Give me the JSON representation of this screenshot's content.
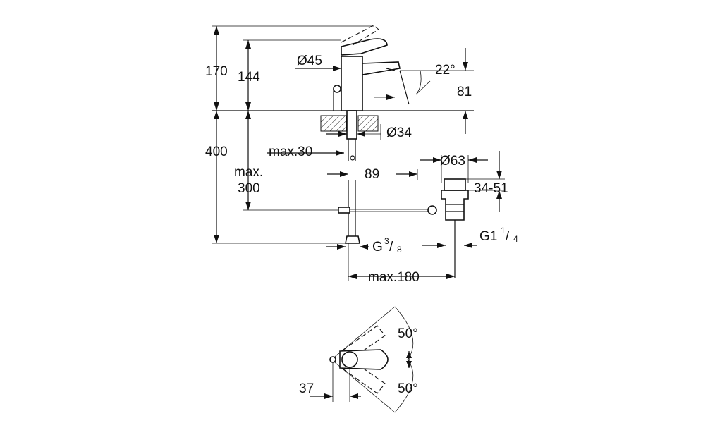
{
  "labels": {
    "h170": "170",
    "h144": "144",
    "d45": "Ø45",
    "ang22": "22°",
    "r81": "81",
    "d34": "Ø34",
    "h400": "400",
    "max30": "max.30",
    "max": "max.",
    "v300": "300",
    "v89": "89",
    "d63": "Ø63",
    "r3451": "34-51",
    "g_main": "G",
    "g_num": "3",
    "g_den": "8",
    "g1_main": "G1",
    "g1_num": "1",
    "g1_den": "4",
    "max180": "max.180",
    "ang50a": "50°",
    "ang50b": "50°",
    "v37": "37"
  }
}
